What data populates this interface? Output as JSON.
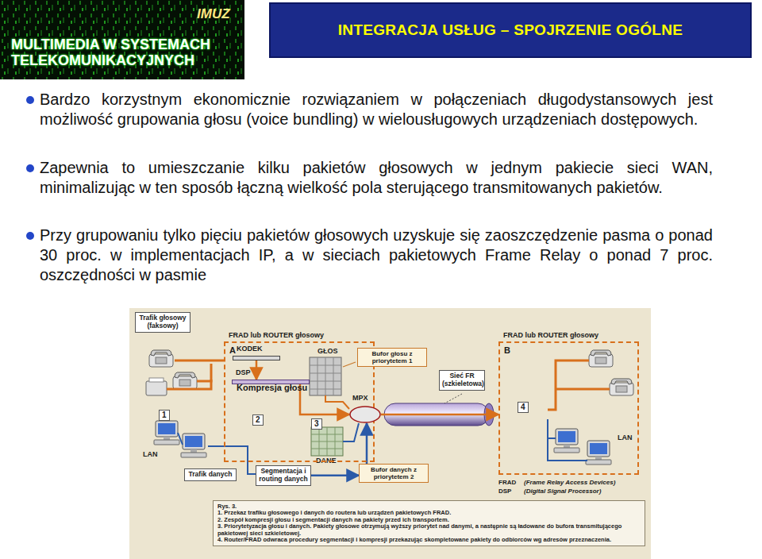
{
  "diagram": {
    "title": "INTEGRACJA USŁUG – SPOJRZENIE OGÓLNE",
    "nodes": [
      {
        "text": [
          "Trafik głosowy (faksowy)"
        ]
      },
      {
        "text": [
          "FRAD lub ROUTER głosowy",
          "A"
        ]
      },
      {
        "text": [
          "KODEK"
        ],
        "in": 1
      },
      {
        "text": [
          "DSP",
          "Kompresja głosu"
        ],
        "in": 1
      },
      {
        "text": [
          "MPX"
        ],
        "in": 1
      },
      {
        "text": [
          "Bufor głosu z priorytetem 1"
        ]
      },
      {
        "text": [
          "Segmentacja i routing danych"
        ]
      },
      {
        "text": [
          "Bufor danych z priorytetem 2"
        ]
      },
      {
        "text": [
          "Trafik danych"
        ]
      },
      {
        "text": [
          "Sieć FR (szkieletowa)"
        ]
      },
      {
        "text": [
          "FRAD lub ROUTER głosowy",
          "B"
        ]
      },
      {
        "text": [
          "Rys. 3.",
          "1. Przekaz trafiku głosowego i danych do routera lub urządzeń pakietowych FRAD.",
          "2. Zespół kompresji głosu i segmentacji danych na pakiety przed ich transportem.",
          "3. Priorytetyzacja głosu i danych. Pakiety głosowe otrzymują wyższy priorytet nad danymi, a następnie są ładowane do bufora transmitującego pakietowej sieci szkieletowej.",
          "4. Router/FRAD odwraca procedury segmentacji i kompresji przekazując skompletowane pakiety do odbiorców wg adresów przeznaczenia."
        ]
      }
    ],
    "edges": [
      {
        "from": 2,
        "to": 3,
        "arrow": "to"
      },
      {
        "from": 3,
        "to": 4,
        "arrow": "to"
      },
      {
        "from": 6,
        "to": 7,
        "arrow": "to"
      },
      {
        "from": 7,
        "to": 4,
        "arrow": "to"
      },
      {
        "from": 4,
        "to": 10,
        "arrow": "to"
      }
    ],
    "labels": [
      "IMUZ",
      "MULTIMEDIA W SYSTEMACH TELEKOMUNIKACYJNYCH",
      "Bardzo korzystnym ekonomicznie rozwiązaniem w połączeniach długodystansowych jest możliwość grupowania głosu (voice bundling) w wielousługowych urządzeniach dostępowych.",
      "Zapewnia to umieszczanie kilku pakietów głosowych w jednym pakiecie sieci WAN, minimalizując w ten sposób łączną wielkość pola sterującego transmitowanych pakietów.",
      "Przy grupowaniu tylko pięciu pakietów głosowych uzyskuje się zaoszczędzenie pasma o ponad 30 proc. w implementacjach IP, a w sieciach pakietowych Frame Relay o ponad 7 proc. oszczędności w pasmie",
      "GŁOS",
      "DANE",
      "1",
      "2",
      "3",
      "4",
      "LAN",
      "LAN",
      "FRAD",
      "(Frame Relay Access Devices)",
      "DSP",
      "(Digital Signal Processor)"
    ]
  }
}
